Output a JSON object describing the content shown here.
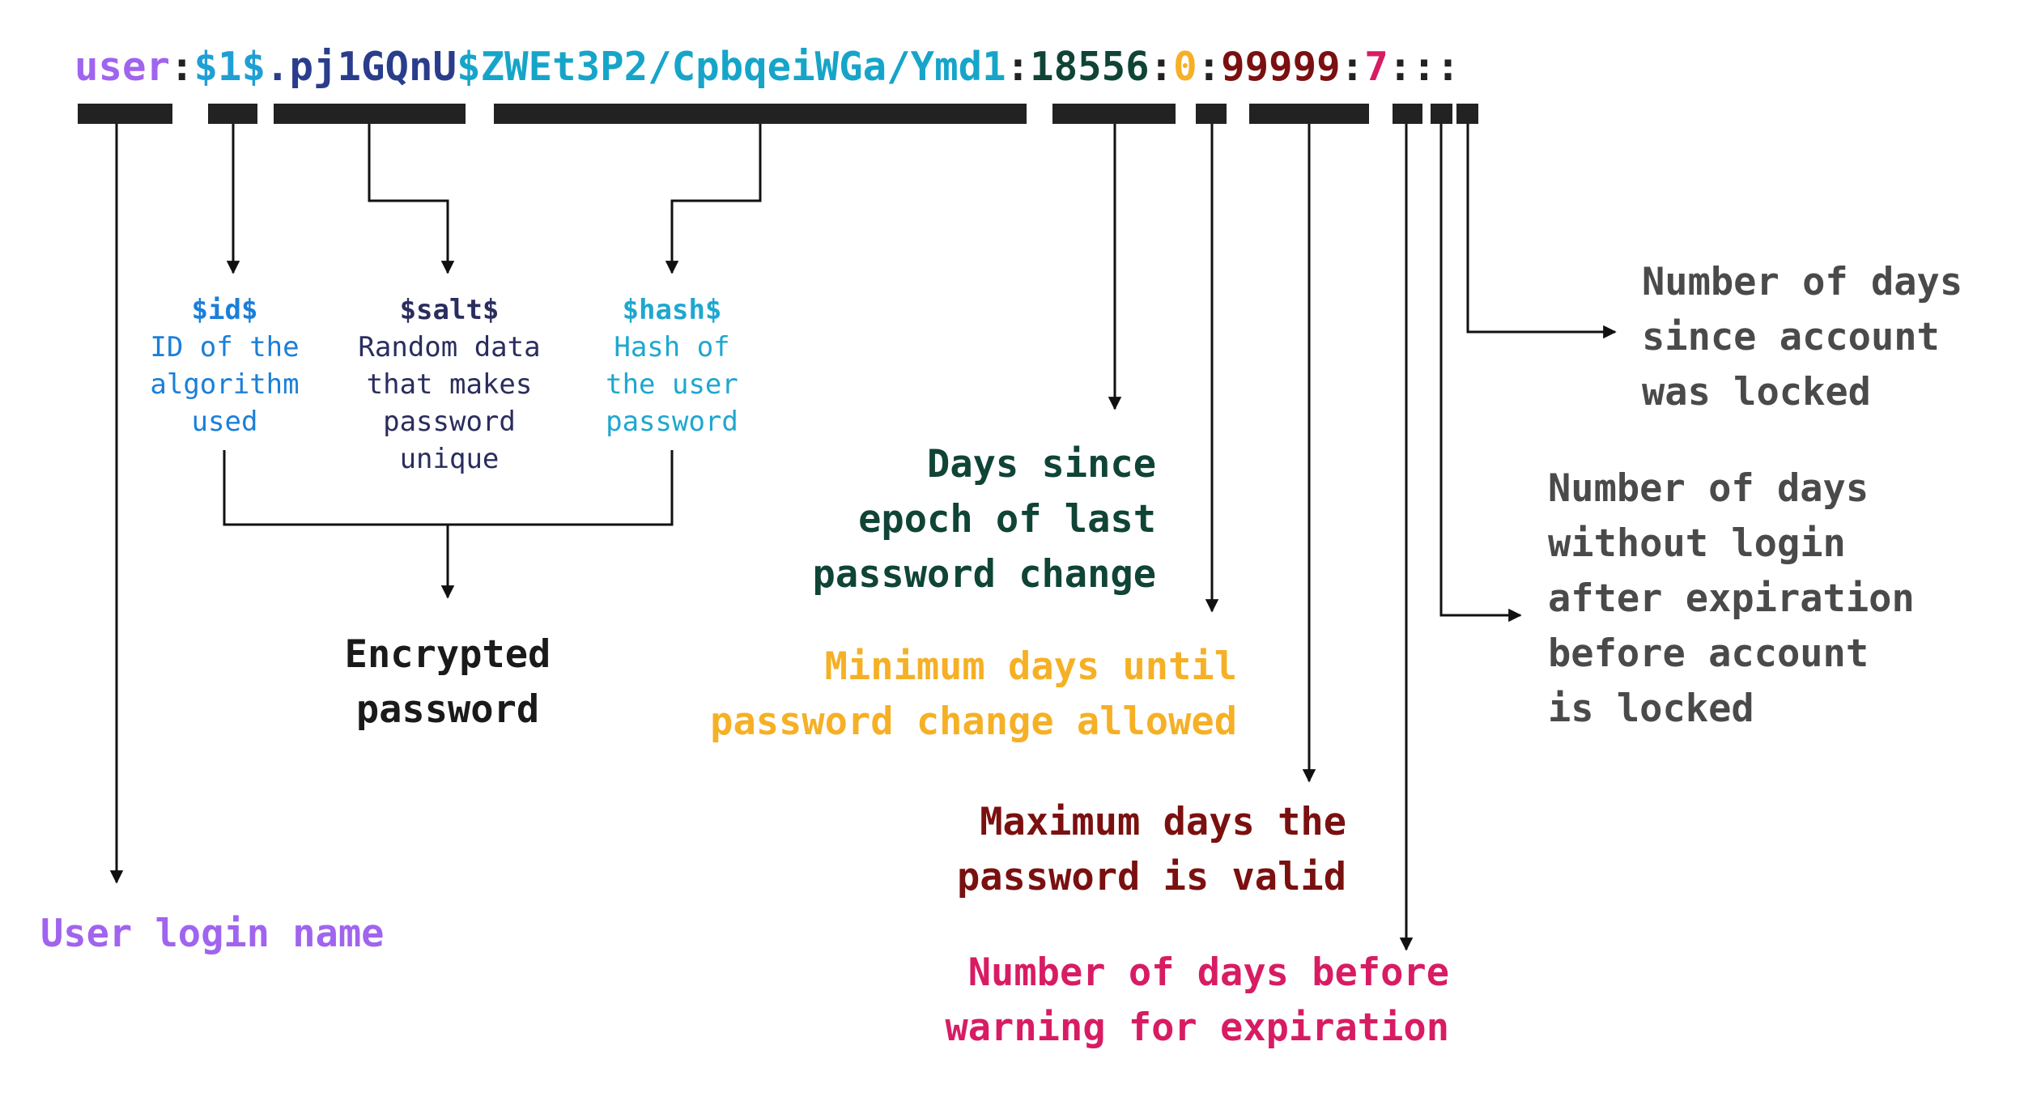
{
  "shadow_line": {
    "segments": [
      {
        "key": "user",
        "text": "user",
        "color": "#a064ef"
      },
      {
        "key": "colon1",
        "text": ":",
        "color": "#222222"
      },
      {
        "key": "id",
        "text": "$1$",
        "color": "#1f9fd6"
      },
      {
        "key": "salt",
        "text": ".pj1GQnU",
        "color": "#2a3d8c"
      },
      {
        "key": "hash",
        "text": "$ZWEt3P2/CpbqeiWGa/Ymd1",
        "color": "#16a5c9"
      },
      {
        "key": "colon2",
        "text": ":",
        "color": "#222222"
      },
      {
        "key": "lastchg",
        "text": "18556",
        "color": "#0f4436"
      },
      {
        "key": "colon3",
        "text": ":",
        "color": "#222222"
      },
      {
        "key": "min",
        "text": "0",
        "color": "#f5b026"
      },
      {
        "key": "colon4",
        "text": ":",
        "color": "#222222"
      },
      {
        "key": "max",
        "text": "99999",
        "color": "#7a1010"
      },
      {
        "key": "colon5",
        "text": ":",
        "color": "#222222"
      },
      {
        "key": "warn",
        "text": "7",
        "color": "#d81c64"
      },
      {
        "key": "trail",
        "text": ":::",
        "color": "#222222"
      }
    ]
  },
  "encryption_parts": {
    "id": {
      "title": "$id$",
      "desc": "ID of the\nalgorithm\nused",
      "color": "#1b7fd8"
    },
    "salt": {
      "title": "$salt$",
      "desc": "Random data\nthat makes\npassword\nunique",
      "color": "#2a2d5e"
    },
    "hash": {
      "title": "$hash$",
      "desc": "Hash of\nthe user\npassword",
      "color": "#1ea7d0"
    }
  },
  "labels": {
    "encrypted": {
      "lines": [
        "Encrypted",
        "password"
      ],
      "color": "#1a1a1a"
    },
    "user_login": {
      "lines": [
        "User login name"
      ],
      "color": "#a064ef"
    },
    "days_since": {
      "lines": [
        "Days since",
        "epoch of last",
        "password change"
      ],
      "color": "#0f4436"
    },
    "min_days": {
      "lines": [
        "Minimum days until",
        "password change allowed"
      ],
      "color": "#f5b026"
    },
    "max_days": {
      "lines": [
        "Maximum days the",
        "password is valid"
      ],
      "color": "#7a1010"
    },
    "warn_days": {
      "lines": [
        "Number of days before",
        "warning for expiration"
      ],
      "color": "#d81c64"
    },
    "inactive": {
      "lines": [
        "Number of days",
        "without login",
        "after expiration",
        "before account",
        "is locked"
      ],
      "color": "#4a4a4a"
    },
    "locked": {
      "lines": [
        "Number of days",
        "since account",
        "was locked"
      ],
      "color": "#4a4a4a"
    }
  }
}
